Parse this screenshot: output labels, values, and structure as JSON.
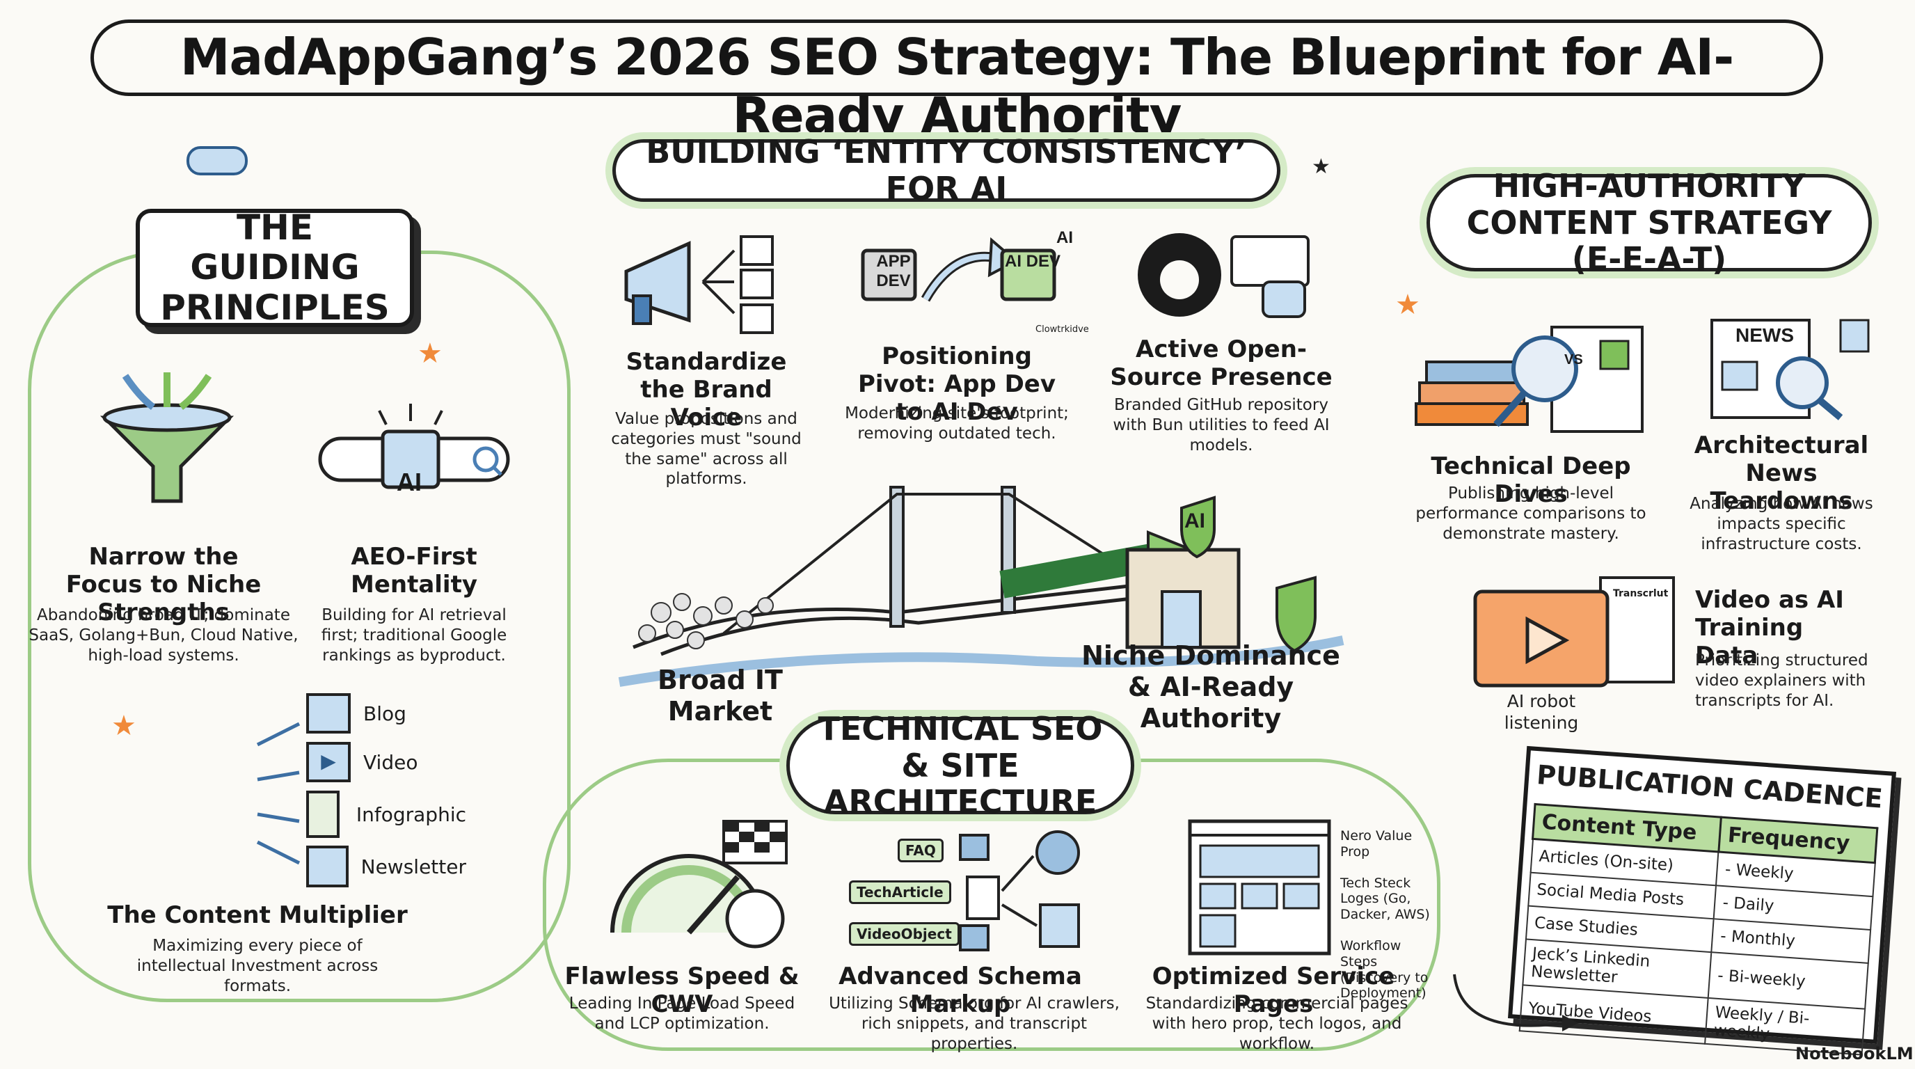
{
  "title": "MadAppGang’s 2026 SEO Strategy: The Blueprint for AI-Ready Authority",
  "guiding": {
    "title": "THE GUIDING PRINCIPLES",
    "narrow": {
      "title": "Narrow the Focus to Niche Strengths",
      "desc": "Abandoning broad IT; dominate SaaS, Golang+Bun, Cloud Native, high-load systems."
    },
    "aeo": {
      "title": "AEO-First Mentality",
      "desc": "Building for AI retrieval first; traditional Google rankings as byproduct.",
      "chip_label": "AI"
    },
    "multiplier": {
      "title": "The Content Multiplier",
      "desc": "Maximizing every piece of intellectual Investment across formats.",
      "formats": [
        "Blog",
        "Video",
        "Infographic",
        "Newsletter"
      ]
    }
  },
  "entity": {
    "title": "BUILDING ‘ENTITY CONSISTENCY’ FOR AI",
    "brand_voice": {
      "title": "Standardize the Brand Voice",
      "desc": "Value propositions and categories must \"sound the same\" across all platforms."
    },
    "pivot": {
      "title": "Positioning Pivot: App Dev to AI Dev",
      "desc": "Modernizing site's footprint; removing outdated tech.",
      "from_label": "APP DEV",
      "to_label": "AI DEV",
      "ai_tag": "AI",
      "small_label": "Clowtrkidve"
    },
    "opensource": {
      "title": "Active Open-Source Presence",
      "desc": "Branded GitHub repository with Bun utilities to feed AI models."
    },
    "bridge": {
      "from": "Broad IT Market",
      "to": "Niche Dominance & AI-Ready Authority",
      "shield_label": "AI"
    }
  },
  "authority": {
    "title": "HIGH-AUTHORITY CONTENT STRATEGY (E-E-A-T)",
    "deep_dives": {
      "title": "Technical Deep Dives",
      "desc": "Publishing high-level performance comparisons to demonstrate mastery.",
      "vs_label": "VS"
    },
    "news": {
      "title": "Architectural News Teardowns",
      "desc": "Analyzing how AI news impacts specific infrastructure costs.",
      "paper_label": "NEWS"
    },
    "video": {
      "title": "Video as AI Training Data",
      "desc": "Prioritizing structured video explainers with transcripts for AI.",
      "caption": "AI robot listening",
      "transcript_label": "Transcrlut"
    }
  },
  "technical": {
    "title": "TECHNICAL SEO & SITE ARCHITECTURE",
    "speed": {
      "title": "Flawless Speed & CWV",
      "desc": "Leading In Page Load Speed and LCP optimization."
    },
    "schema": {
      "title": "Advanced Schema Markup",
      "desc": "Utilizing Schema.org for AI crawlers, rich snippets, and transcript properties.",
      "tags": [
        "FAQ",
        "TechArticle",
        "VideoObject"
      ]
    },
    "service": {
      "title": "Optimized Service Pages",
      "desc": "Standardizing commercial pages with hero prop, tech logos, and workflow.",
      "callouts": [
        "Nero Value Prop",
        "Tech Steck Loges (Go, Dacker, AWS)",
        "Workflow Steps (Discovery to Deployment)"
      ]
    }
  },
  "cadence": {
    "title": "PUBLICATION CADENCE",
    "headers": [
      "Content Type",
      "Frequency"
    ],
    "rows": [
      [
        "Articles (On-site)",
        "- Weekly"
      ],
      [
        "Social Media Posts",
        "- Daily"
      ],
      [
        "Case Studies",
        "- Monthly"
      ],
      [
        "Jeck’s Linkedin Newsletter",
        "- Bi-weekly"
      ],
      [
        "YouTube Videos",
        "Weekly / Bi-weekly"
      ]
    ]
  },
  "watermark": "NotebookLM",
  "colors": {
    "accent_green": "#9ccb86",
    "light_green": "#d5ebc7",
    "ink": "#1b1b1b",
    "blue": "#4a7fb5",
    "orange": "#f08a3a"
  }
}
